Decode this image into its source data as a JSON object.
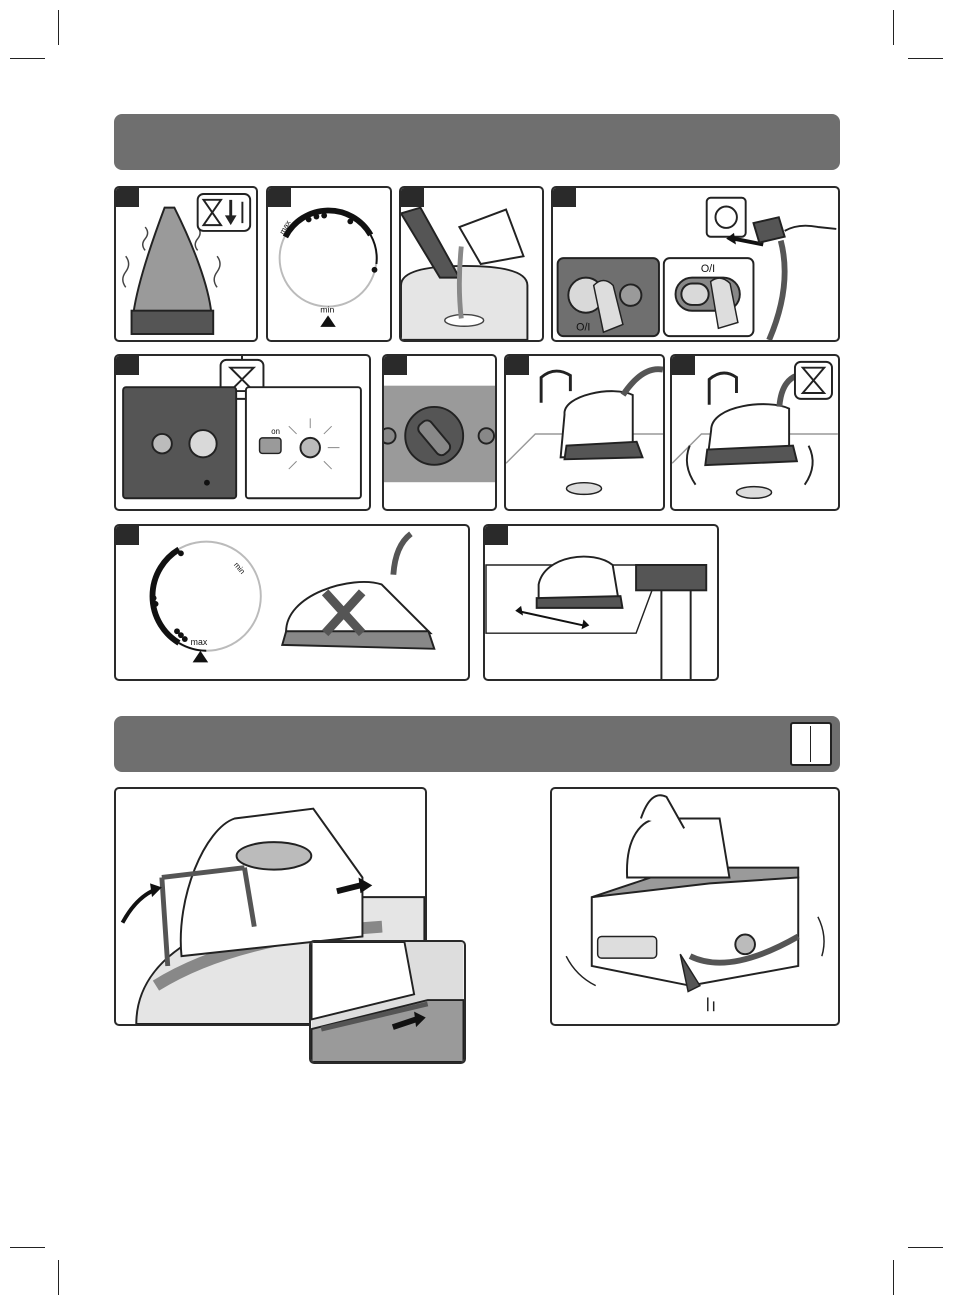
{
  "labels": {
    "dial_max_min_top": "max",
    "dial_min_top": "min",
    "onoff_button": "O/I",
    "onoff_switch": "O/I",
    "panel_on": "on",
    "dial_min_bottom": "min",
    "dial_max_bottom": "max"
  },
  "colors": {
    "banner": "#6f6f6f",
    "outline": "#2a2a2a",
    "panel_fill": "#ffffff",
    "shade_light": "#d9d9d9",
    "shade_mid": "#9a9a9a",
    "shade_dark": "#555555"
  },
  "icons": [
    "hourglass-icon",
    "thermometer-down-icon",
    "wall-socket-icon",
    "plug-icon",
    "steam-icon",
    "cupboard-icon",
    "arrow-icon"
  ]
}
